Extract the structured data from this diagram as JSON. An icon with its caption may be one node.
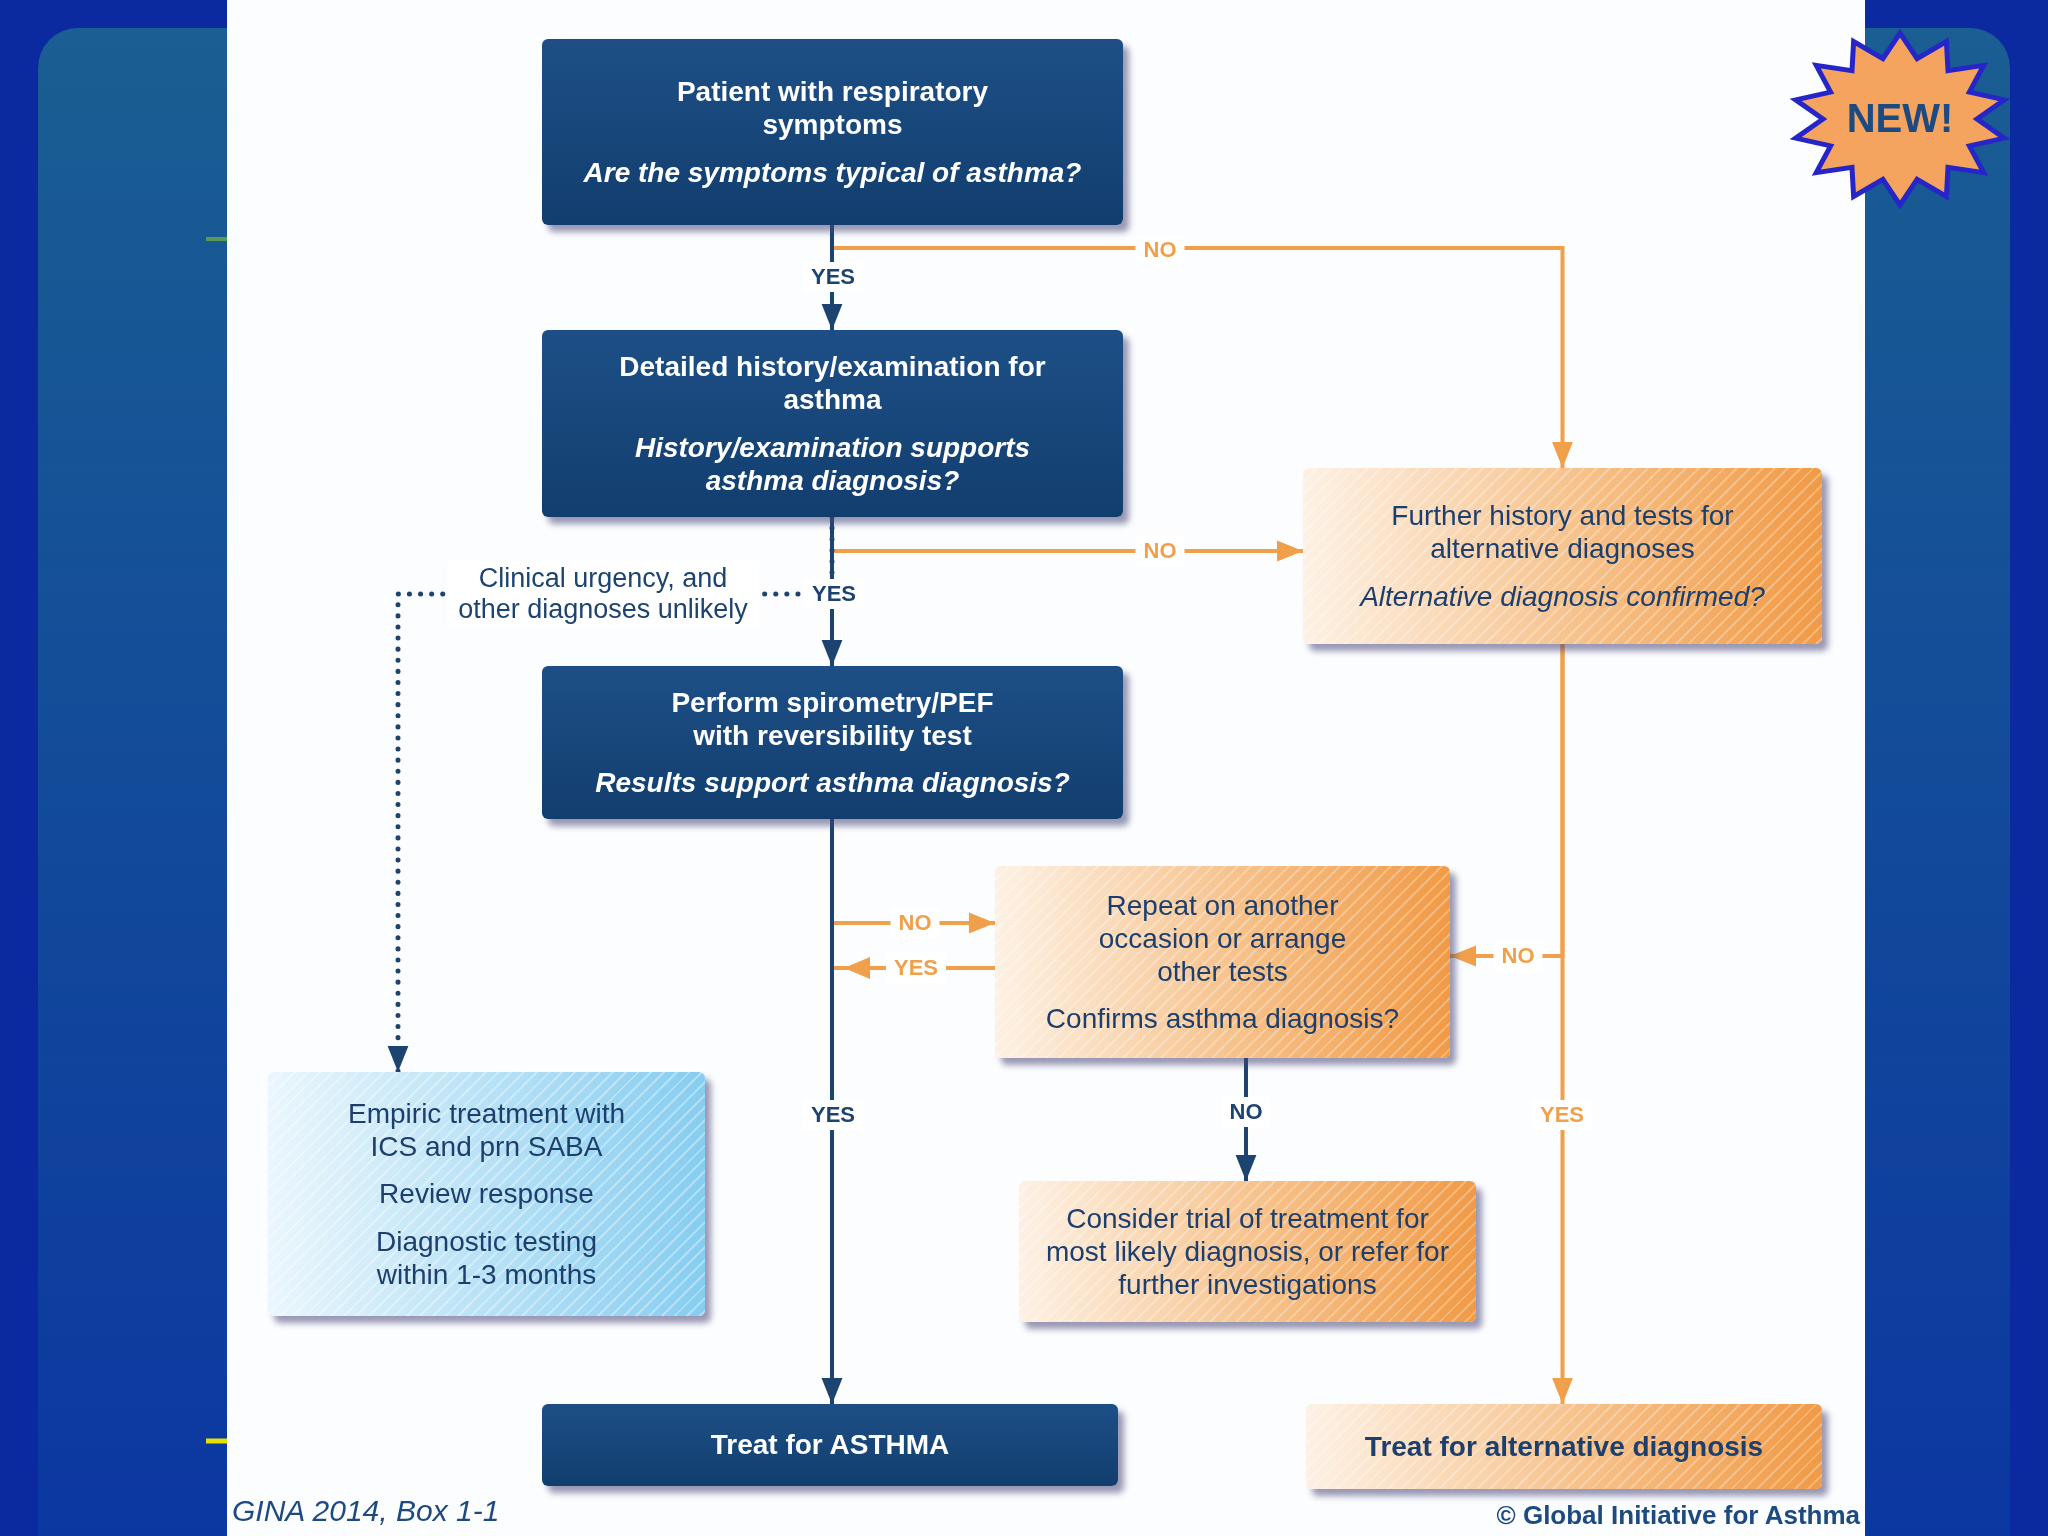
{
  "diagram": {
    "nodes": [
      {
        "text": [
          "Patient with respiratory symptoms",
          "Are the symptoms typical of asthma?"
        ]
      },
      {
        "text": [
          "Detailed history/examination for asthma",
          "History/examination supports asthma diagnosis?"
        ]
      },
      {
        "text": [
          "Perform spirometry/PEF with reversibility test",
          "Results support asthma diagnosis?"
        ]
      },
      {
        "text": [
          "Further history and tests for alternative diagnoses",
          "Alternative diagnosis confirmed?"
        ]
      },
      {
        "text": [
          "Repeat on another occasion or arrange other tests",
          "Confirms asthma diagnosis?"
        ]
      },
      {
        "text": [
          "Empiric treatment with ICS and prn SABA",
          "Review response",
          "Diagnostic testing within 1-3 months"
        ]
      },
      {
        "text": [
          "Consider trial of treatment for most likely diagnosis, or refer for further investigations"
        ]
      },
      {
        "text": [
          "Treat for ASTHMA"
        ]
      },
      {
        "text": [
          "Treat for alternative diagnosis"
        ]
      },
      {
        "text": [
          "NEW!"
        ]
      }
    ],
    "edges": [
      {
        "from": 0,
        "to": 1,
        "arrow": "to",
        "label": "YES",
        "color": "#1d4470"
      },
      {
        "from": 0,
        "to": 3,
        "arrow": "to",
        "label": "NO"
      },
      {
        "from": 1,
        "to": 2,
        "arrow": "to",
        "label": "YES",
        "color": "#1d4470"
      },
      {
        "from": 1,
        "to": 3,
        "arrow": "to",
        "label": "NO"
      },
      {
        "from": 1,
        "to": 5,
        "arrow": "to",
        "label": "Clinical urgency, and other diagnoses unlikely",
        "style": "dashed",
        "color": "#1d4470"
      },
      {
        "from": 2,
        "to": 7,
        "arrow": "to",
        "label": "YES",
        "color": "#1d4470"
      },
      {
        "from": 2,
        "to": 4,
        "arrow": "to",
        "label": "NO"
      },
      {
        "from": 4,
        "to": 7,
        "arrow": "to",
        "label": "YES"
      },
      {
        "from": 3,
        "to": 8,
        "arrow": "to",
        "label": "YES"
      },
      {
        "from": 3,
        "to": 4,
        "arrow": "to",
        "label": "NO"
      },
      {
        "from": 4,
        "to": 6,
        "arrow": "to",
        "label": "NO",
        "color": "#1d4470"
      }
    ],
    "labels": [
      "GINA 2014, Box 1-1",
      "© Global Initiative for Asthma"
    ]
  }
}
